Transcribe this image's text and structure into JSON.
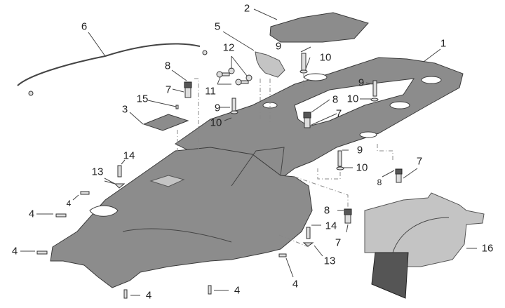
{
  "diagram": {
    "type": "exploded-parts-diagram",
    "colors": {
      "part_fill": "#8c8c8c",
      "part_fill_light": "#c4c4c4",
      "part_stroke": "#3a3a3a",
      "leader": "#444444",
      "label": "#222222",
      "background": "#ffffff"
    },
    "callouts": [
      {
        "id": "c1",
        "label": "1",
        "part": "main-frame"
      },
      {
        "id": "c2",
        "label": "2",
        "part": "top-cover-plate"
      },
      {
        "id": "c3",
        "label": "3",
        "part": "small-cover-plate"
      },
      {
        "id": "c4a",
        "label": "4",
        "part": "screw"
      },
      {
        "id": "c4b",
        "label": "4",
        "part": "screw"
      },
      {
        "id": "c4c",
        "label": "4",
        "part": "screw"
      },
      {
        "id": "c4d",
        "label": "4",
        "part": "screw"
      },
      {
        "id": "c4e",
        "label": "4",
        "part": "screw"
      },
      {
        "id": "c4f",
        "label": "4",
        "part": "screw"
      },
      {
        "id": "c5",
        "label": "5",
        "part": "latch-bracket"
      },
      {
        "id": "c6",
        "label": "6",
        "part": "release-cable"
      },
      {
        "id": "c7a",
        "label": "7",
        "part": "spacer"
      },
      {
        "id": "c7b",
        "label": "7",
        "part": "spacer"
      },
      {
        "id": "c7c",
        "label": "7",
        "part": "spacer"
      },
      {
        "id": "c7d",
        "label": "7",
        "part": "spacer"
      },
      {
        "id": "c8a",
        "label": "8",
        "part": "rubber-grommet"
      },
      {
        "id": "c8b",
        "label": "8",
        "part": "rubber-grommet"
      },
      {
        "id": "c8c",
        "label": "8",
        "part": "rubber-grommet"
      },
      {
        "id": "c8d",
        "label": "8",
        "part": "rubber-grommet"
      },
      {
        "id": "c9a",
        "label": "9",
        "part": "bolt"
      },
      {
        "id": "c9b",
        "label": "9",
        "part": "bolt"
      },
      {
        "id": "c9c",
        "label": "9",
        "part": "bolt"
      },
      {
        "id": "c9d",
        "label": "9",
        "part": "bolt"
      },
      {
        "id": "c10a",
        "label": "10",
        "part": "washer"
      },
      {
        "id": "c10b",
        "label": "10",
        "part": "washer"
      },
      {
        "id": "c10c",
        "label": "10",
        "part": "washer"
      },
      {
        "id": "c10d",
        "label": "10",
        "part": "washer"
      },
      {
        "id": "c11",
        "label": "11",
        "part": "screw"
      },
      {
        "id": "c12",
        "label": "12",
        "part": "washer-pair"
      },
      {
        "id": "c13a",
        "label": "13",
        "part": "clip-nut"
      },
      {
        "id": "c13b",
        "label": "13",
        "part": "clip-nut"
      },
      {
        "id": "c14a",
        "label": "14",
        "part": "screw"
      },
      {
        "id": "c14b",
        "label": "14",
        "part": "screw"
      },
      {
        "id": "c15",
        "label": "15",
        "part": "screw"
      },
      {
        "id": "c16",
        "label": "16",
        "part": "splash-guard"
      }
    ]
  }
}
